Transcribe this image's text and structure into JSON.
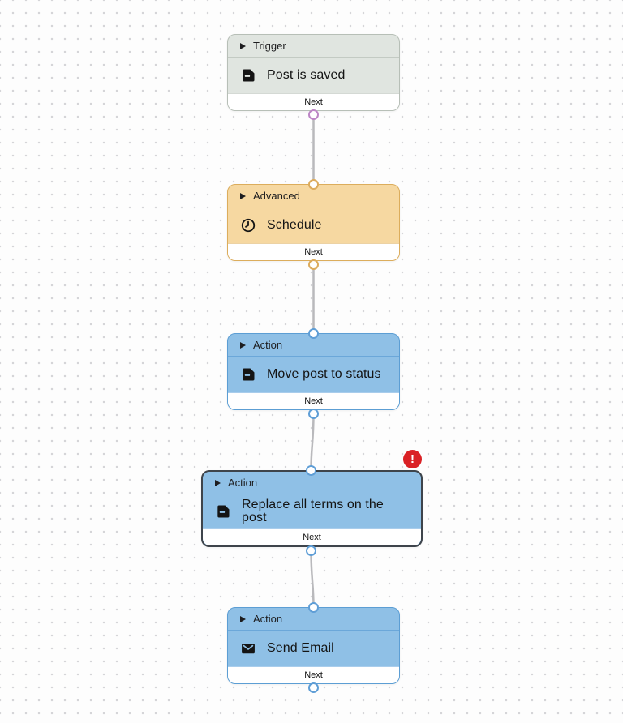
{
  "canvas": {
    "background_color": "#fdfdfd",
    "dot_color": "#d5d5d8"
  },
  "nodes": [
    {
      "category_label": "Trigger",
      "title": "Post is saved",
      "icon": "document-icon",
      "footer_label": "Next",
      "theme": {
        "background": "#e0e5e0",
        "border": "#b7bfb7",
        "output_port": "#bd86c6"
      }
    },
    {
      "category_label": "Advanced",
      "title": "Schedule",
      "icon": "clock-icon",
      "footer_label": "Next",
      "theme": {
        "background": "#f6d8a1",
        "border": "#dcad5c",
        "input_port": "#dcab5c",
        "output_port": "#dcab5c"
      }
    },
    {
      "category_label": "Action",
      "title": "Move post to status",
      "icon": "document-icon",
      "footer_label": "Next",
      "theme": {
        "background": "#8fc0e6",
        "border": "#5c9ed4",
        "input_port": "#5f9ed6",
        "output_port": "#5f9ed6"
      }
    },
    {
      "category_label": "Action",
      "title": "Replace all terms on the post",
      "icon": "document-icon",
      "footer_label": "Next",
      "has_error_badge": true,
      "theme": {
        "background": "#8fc0e6",
        "border": "#3e444b",
        "input_port": "#5f9ed6",
        "output_port": "#5f9ed6"
      }
    },
    {
      "category_label": "Action",
      "title": "Send Email",
      "icon": "envelope-icon",
      "footer_label": "Next",
      "theme": {
        "background": "#8fc0e6",
        "border": "#5c9ed4",
        "input_port": "#5f9ed6",
        "output_port": "#5f9ed6"
      }
    }
  ],
  "error_badge": {
    "glyph": "!",
    "color": "#da2125"
  },
  "connections": [
    {
      "from": "Post is saved",
      "to": "Schedule"
    },
    {
      "from": "Schedule",
      "to": "Move post to status"
    },
    {
      "from": "Move post to status",
      "to": "Replace all terms on the post"
    },
    {
      "from": "Replace all terms on the post",
      "to": "Send Email"
    }
  ]
}
